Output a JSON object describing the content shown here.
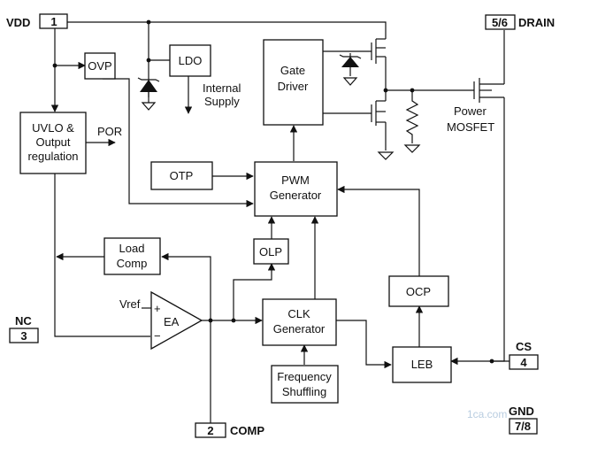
{
  "pins": {
    "vdd": {
      "name": "VDD",
      "num": "1"
    },
    "drain": {
      "name": "DRAIN",
      "num": "5/6"
    },
    "cs": {
      "name": "CS",
      "num": "4"
    },
    "nc": {
      "name": "NC",
      "num": "3"
    },
    "comp": {
      "name": "COMP",
      "num": "2"
    },
    "gnd": {
      "name": "GND",
      "num": "7/8"
    }
  },
  "blocks": {
    "ovp": "OVP",
    "ldo": "LDO",
    "gate_driver": [
      "Gate",
      "Driver"
    ],
    "uvlo": [
      "UVLO &",
      "Output",
      "regulation"
    ],
    "otp": "OTP",
    "pwm": [
      "PWM",
      "Generator"
    ],
    "load_comp": [
      "Load",
      "Comp"
    ],
    "olp": "OLP",
    "ocp": "OCP",
    "clk": [
      "CLK",
      "Generator"
    ],
    "freq": [
      "Frequency",
      "Shuffling"
    ],
    "leb": "LEB",
    "ea": "EA"
  },
  "labels": {
    "internal_supply": [
      "Internal",
      "Supply"
    ],
    "por": "POR",
    "power_mosfet": [
      "Power",
      "MOSFET"
    ],
    "vref": "Vref",
    "plus": "+",
    "minus": "−",
    "watermark": "1ca.com"
  }
}
